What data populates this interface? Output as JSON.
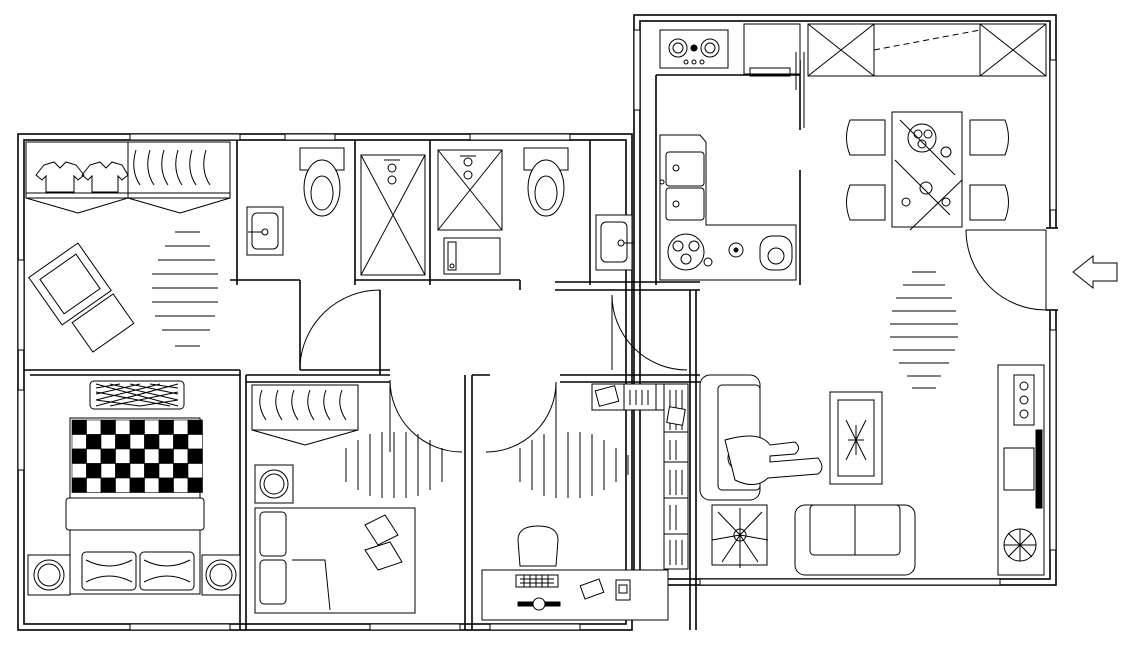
{
  "plan": {
    "rooms": [
      "master-bedroom",
      "bedroom-2",
      "study",
      "bathroom-1",
      "bathroom-2",
      "kitchen",
      "dining",
      "living-room",
      "entrance"
    ],
    "icons": {
      "entrance": "arrow-left-icon",
      "toilet": "toilet-icon",
      "shower": "shower-icon",
      "sink": "sink-icon",
      "stove": "stove-icon",
      "bed": "bed-icon",
      "sofa": "sofa-icon",
      "plant": "plant-icon",
      "tv": "tv-icon"
    },
    "colors": {
      "line": "#000000",
      "background": "#ffffff"
    }
  }
}
